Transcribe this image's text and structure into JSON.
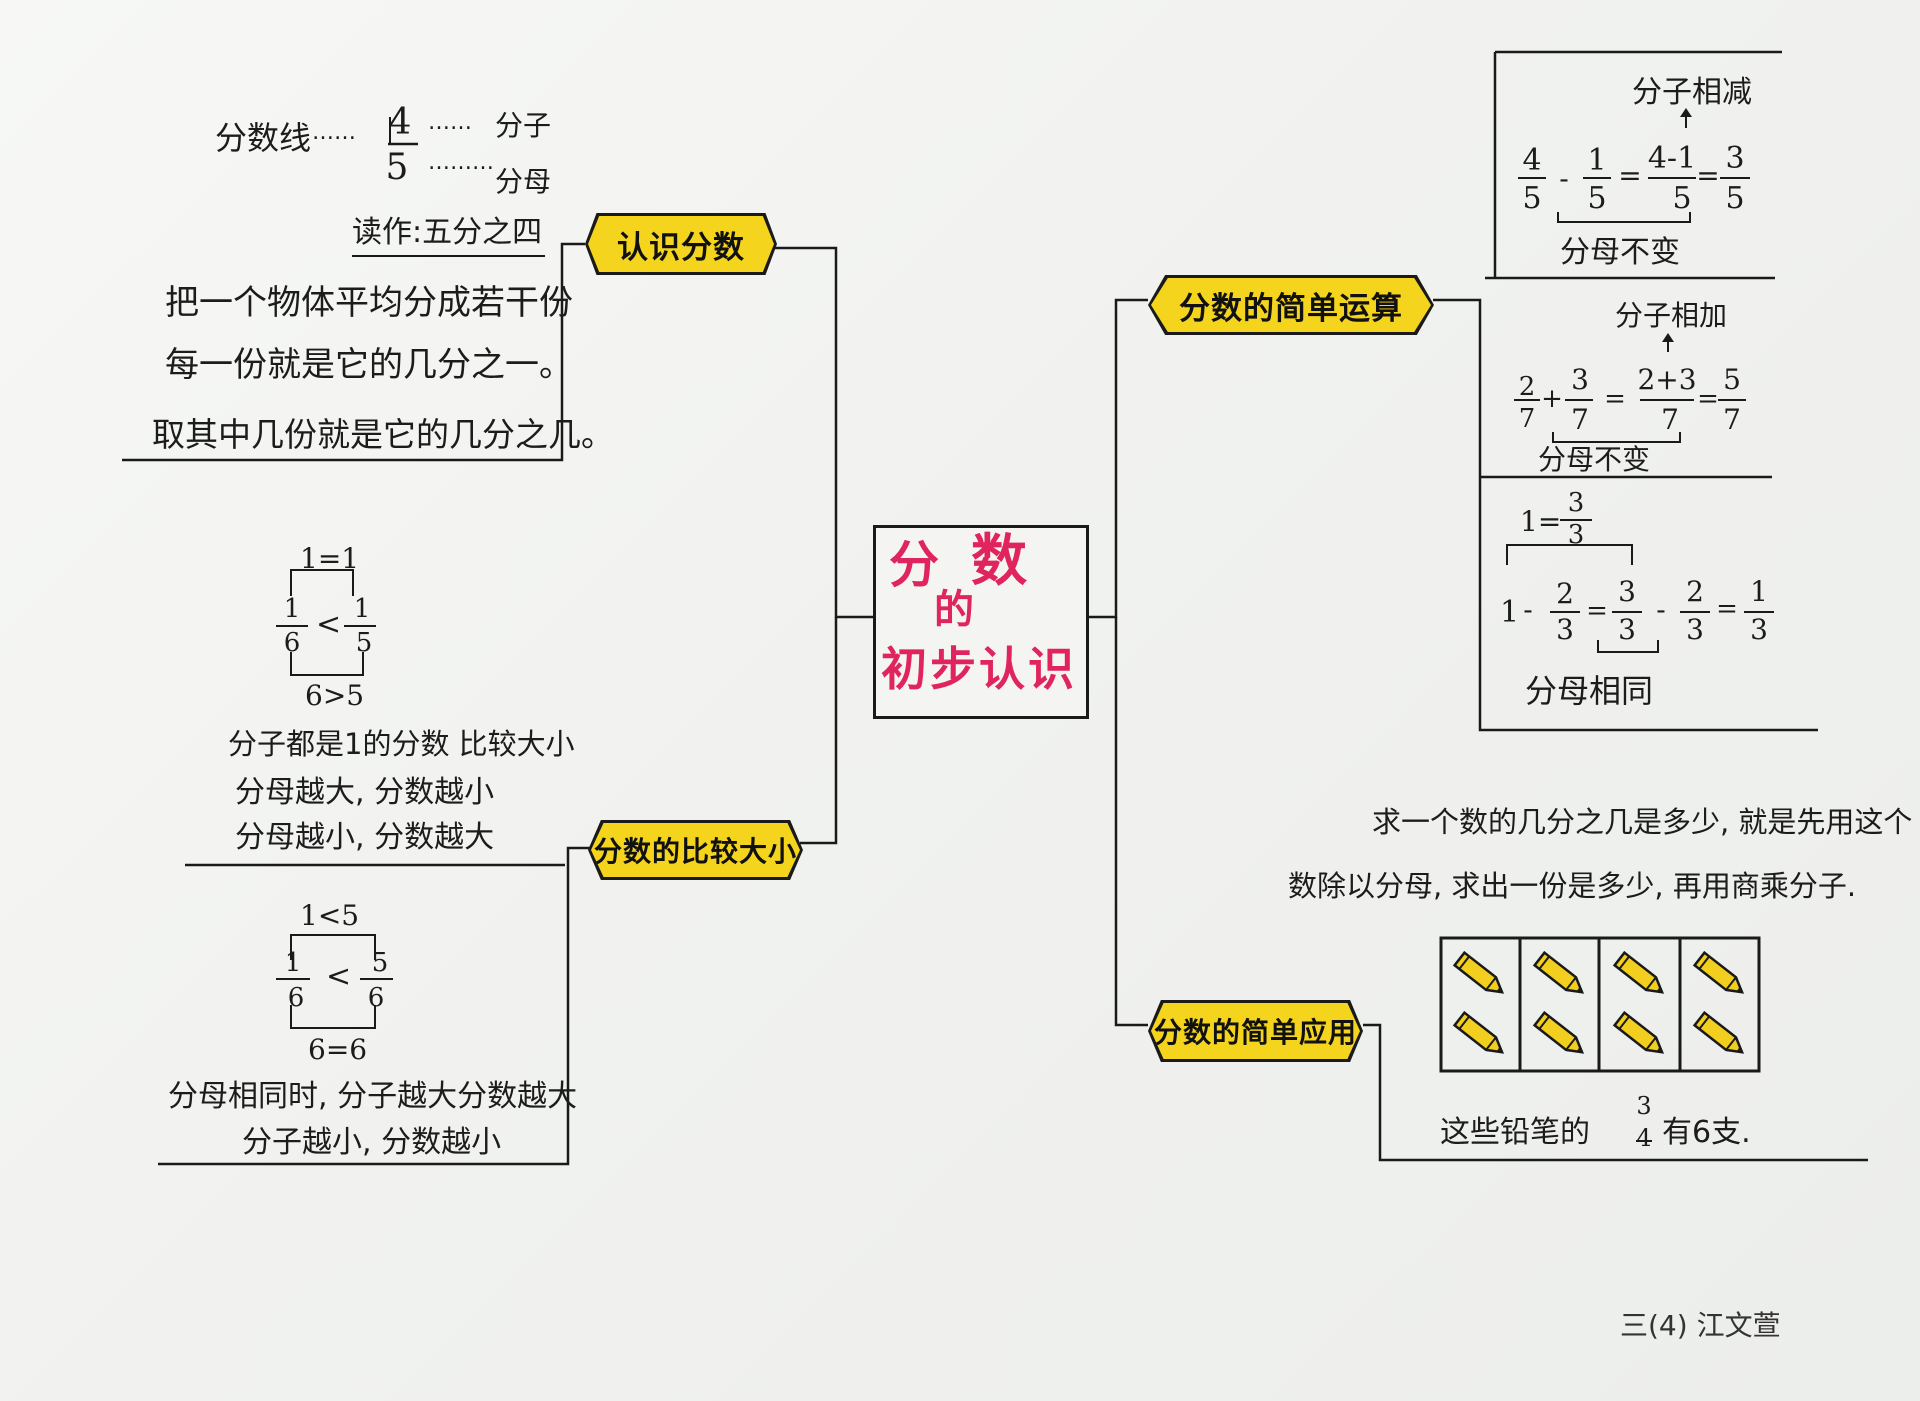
{
  "center": {
    "line1": "分",
    "line2": "数",
    "line3": "的",
    "line4": "初步认识",
    "color": "#e0245e"
  },
  "branches": {
    "know": "认识分数",
    "compare": "分数的比较大小",
    "calc": "分数的简单运算",
    "apply": "分数的简单应用"
  },
  "know": {
    "line_label": "分数线",
    "dots1": "……",
    "numerator": "4",
    "denominator": "5",
    "dots2": "……",
    "dots3": "………",
    "numer_label": "分子",
    "denom_label": "分母",
    "read_as": "读作:五分之四",
    "def1": "把一个物体平均分成若干份",
    "def2": "每一份就是它的几分之一。",
    "def3": "取其中几份就是它的几分之几。"
  },
  "compare": {
    "ex1_top": "1=1",
    "ex1_a_num": "1",
    "ex1_a_den": "6",
    "ex1_op": "<",
    "ex1_b_num": "1",
    "ex1_b_den": "5",
    "ex1_bottom": "6>5",
    "rule1_1": "分子都是1的分数 比较大小",
    "rule1_2": "分母越大, 分数越小",
    "rule1_3": "分母越小, 分数越大",
    "ex2_top": "1<5",
    "ex2_a_num": "1",
    "ex2_a_den": "6",
    "ex2_op": "<",
    "ex2_b_num": "5",
    "ex2_b_den": "6",
    "ex2_bottom": "6=6",
    "rule2_1": "分母相同时, 分子越大分数越大",
    "rule2_2": "分子越小, 分数越小"
  },
  "calc": {
    "sub_label": "分子相减",
    "sub_expr": {
      "a_num": "4",
      "a_den": "5",
      "op1": "-",
      "b_num": "1",
      "b_den": "5",
      "eq1": "=",
      "c_num": "4-1",
      "c_den": "5",
      "eq2": "=",
      "r_num": "3",
      "r_den": "5"
    },
    "sub_note": "分母不变",
    "add_label": "分子相加",
    "add_expr": {
      "a_num": "2",
      "a_den": "7",
      "op1": "+",
      "b_num": "3",
      "b_den": "7",
      "eq1": "=",
      "c_num": "2+3",
      "c_den": "7",
      "eq2": "=",
      "r_num": "5",
      "r_den": "7"
    },
    "add_note": "分母不变",
    "one_expr": {
      "lhs": "1=",
      "num": "3",
      "den": "3"
    },
    "one_sub": {
      "one": "1",
      "op1": "-",
      "a_num": "2",
      "a_den": "3",
      "eq1": "=",
      "b_num": "3",
      "b_den": "3",
      "op2": "-",
      "c_num": "2",
      "c_den": "3",
      "eq2": "=",
      "r_num": "1",
      "r_den": "3"
    },
    "one_note": "分母相同"
  },
  "apply": {
    "text1": "求一个数的几分之几是多少, 就是先用这个",
    "text2": "数除以分母, 求出一份是多少, 再用商乘分子.",
    "pencil_count": 8,
    "caption_pre": "这些铅笔的",
    "caption_num": "3",
    "caption_den": "4",
    "caption_post": "有6支."
  },
  "signature": "三(4)  江文萱",
  "colors": {
    "badge": "#f4d41c",
    "ink": "#1c1c1c",
    "title": "#e0245e",
    "pencil": "#f2cf1e"
  }
}
